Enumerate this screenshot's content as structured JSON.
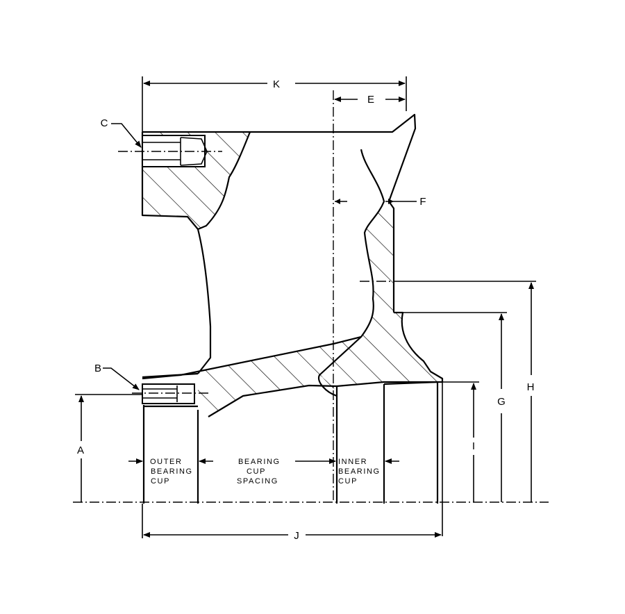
{
  "labels": {
    "K": "K",
    "E": "E",
    "C": "C",
    "F": "F",
    "B": "B",
    "A": "A",
    "G": "G",
    "H": "H",
    "I": "I",
    "J": "J"
  },
  "regions": {
    "outer_cup": [
      "OUTER",
      "BEARING",
      "CUP"
    ],
    "spacing": [
      "BEARING",
      "CUP",
      "SPACING"
    ],
    "inner_cup": [
      "INNER",
      "BEARING",
      "CUP"
    ]
  }
}
